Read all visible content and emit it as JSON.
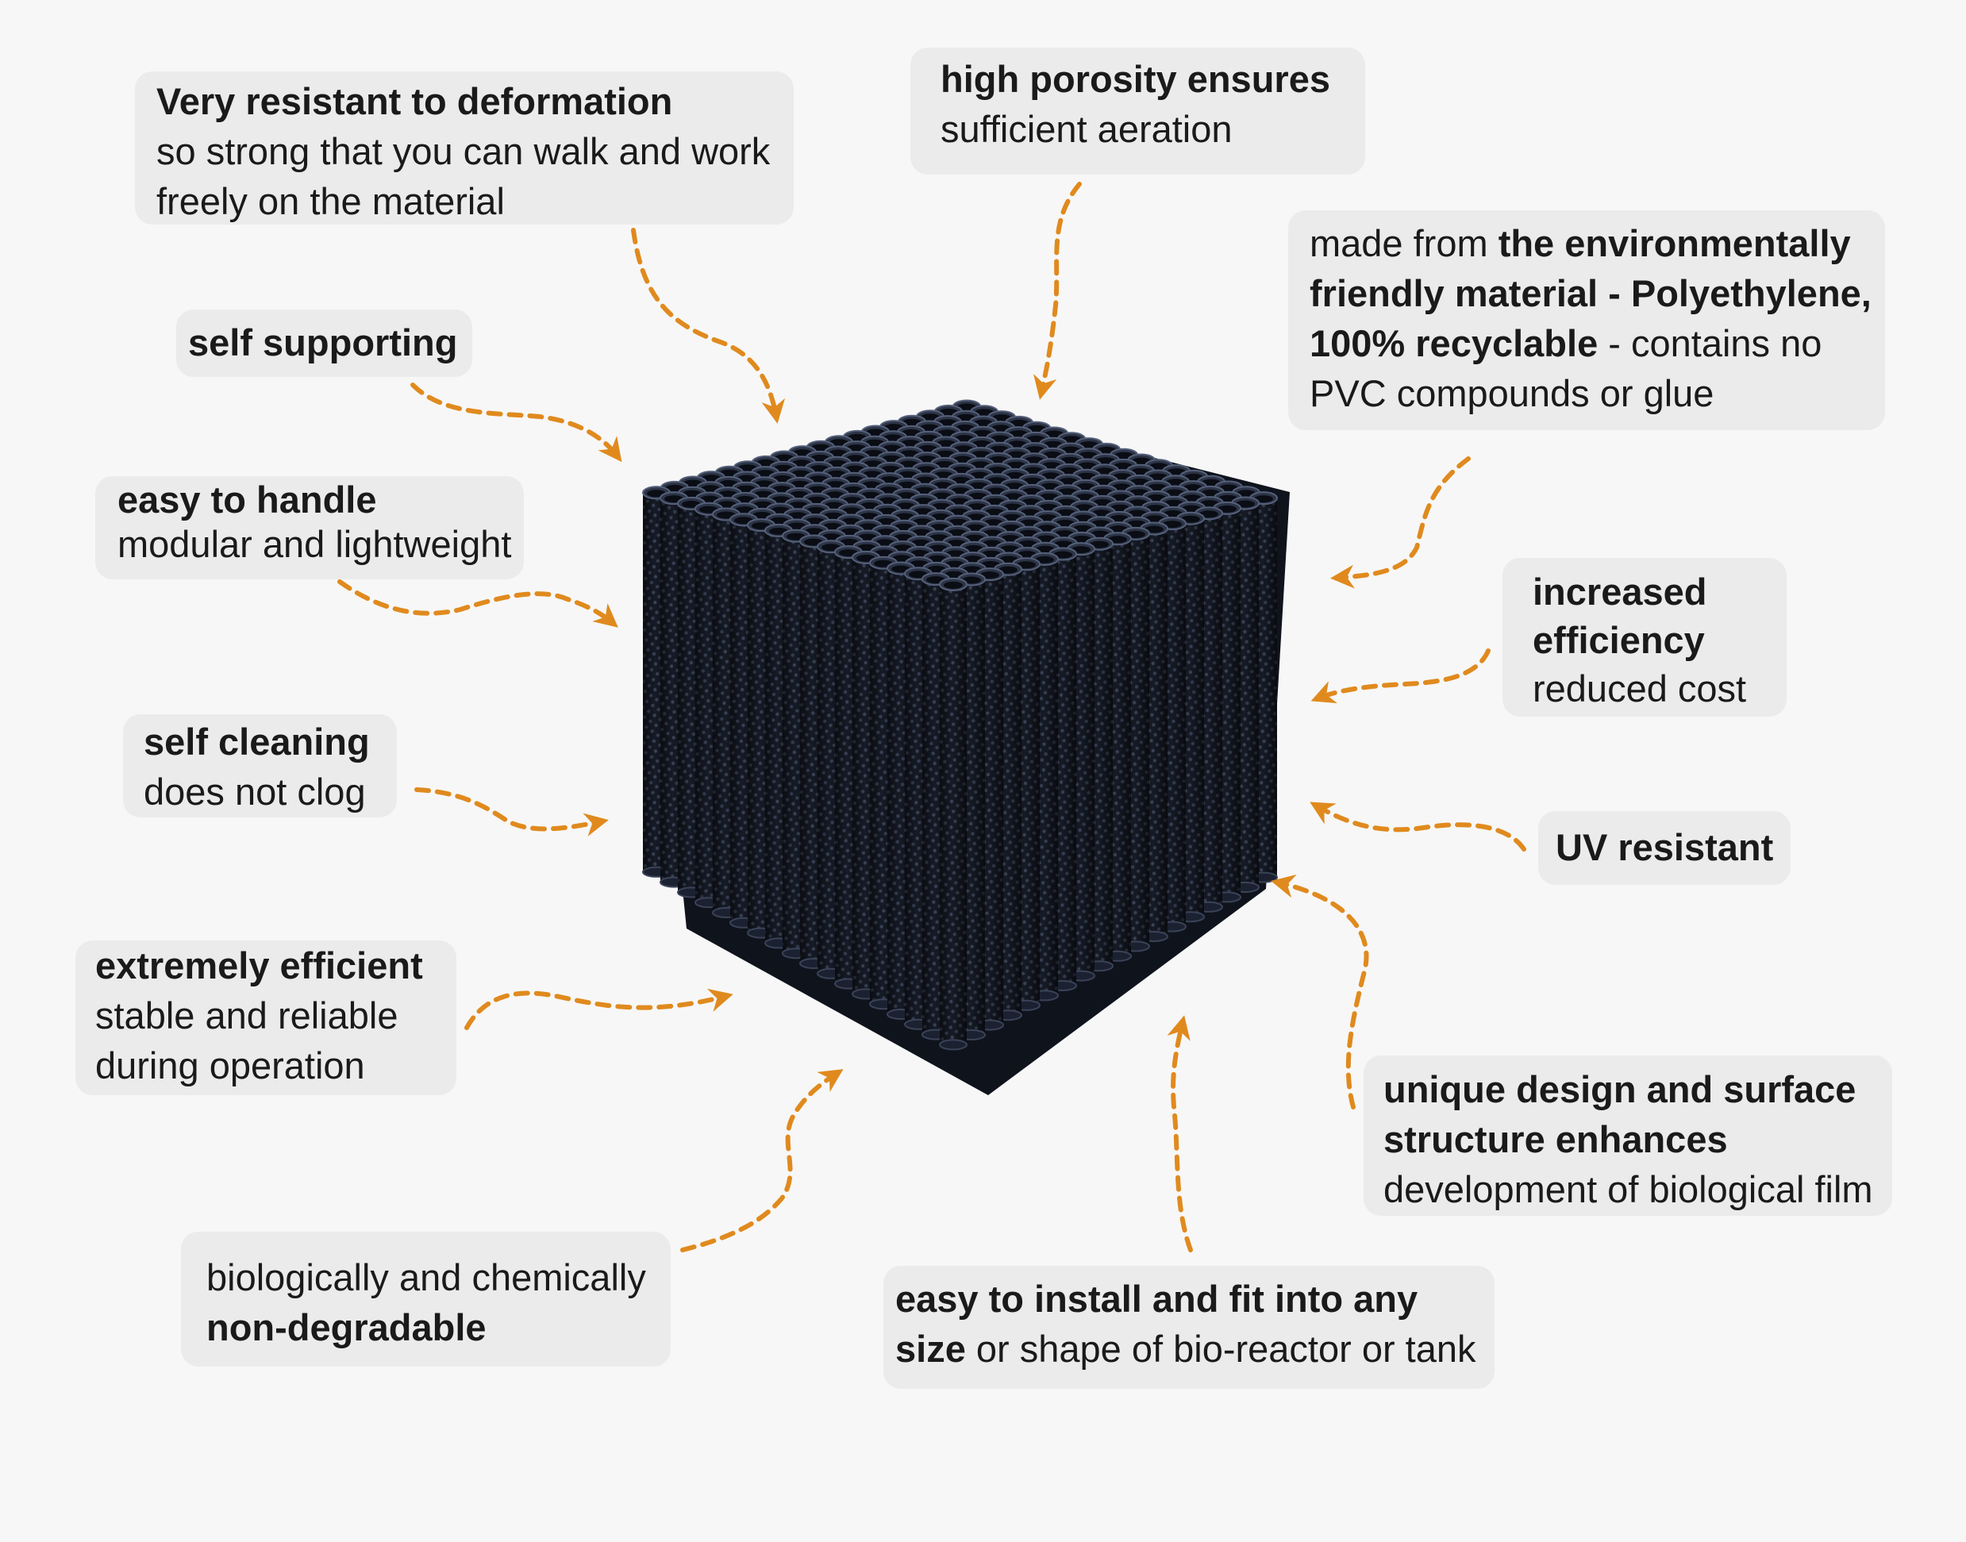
{
  "accent_color": "#e08a1e",
  "product_image": "honeycomb-tube-media-block",
  "features": {
    "deformation": {
      "title": "Very resistant to deformation",
      "line1": "so strong that you can walk and work",
      "line2": "freely on the material"
    },
    "porosity": {
      "title": "high porosity ensures",
      "sub": "sufficient aeration"
    },
    "material": {
      "t1": "made from ",
      "b1": "the environmentally",
      "b2": "friendly material - Polyethylene,",
      "b3": "100% recyclable",
      "t3": " - contains no",
      "t4": "PVC compounds or glue"
    },
    "self_supporting": {
      "title": "self supporting"
    },
    "handle": {
      "title": "easy to handle",
      "sub": "modular and lightweight"
    },
    "efficiency": {
      "title1": "increased",
      "title2": "efficiency",
      "sub": "reduced cost"
    },
    "cleaning": {
      "title": "self cleaning",
      "sub": "does not clog"
    },
    "uv": {
      "title": "UV resistant"
    },
    "efficient": {
      "title": "extremely efficient",
      "line1": "stable and reliable",
      "line2": "during operation"
    },
    "design": {
      "title1": "unique design and surface",
      "title2": "structure enhances",
      "sub": "development of biological film"
    },
    "degradable": {
      "line1": "biologically and chemically",
      "title": "non-degradable"
    },
    "install": {
      "title": "easy to install and fit into any",
      "b2": "size",
      "t2": " or shape of bio-reactor or tank"
    }
  }
}
